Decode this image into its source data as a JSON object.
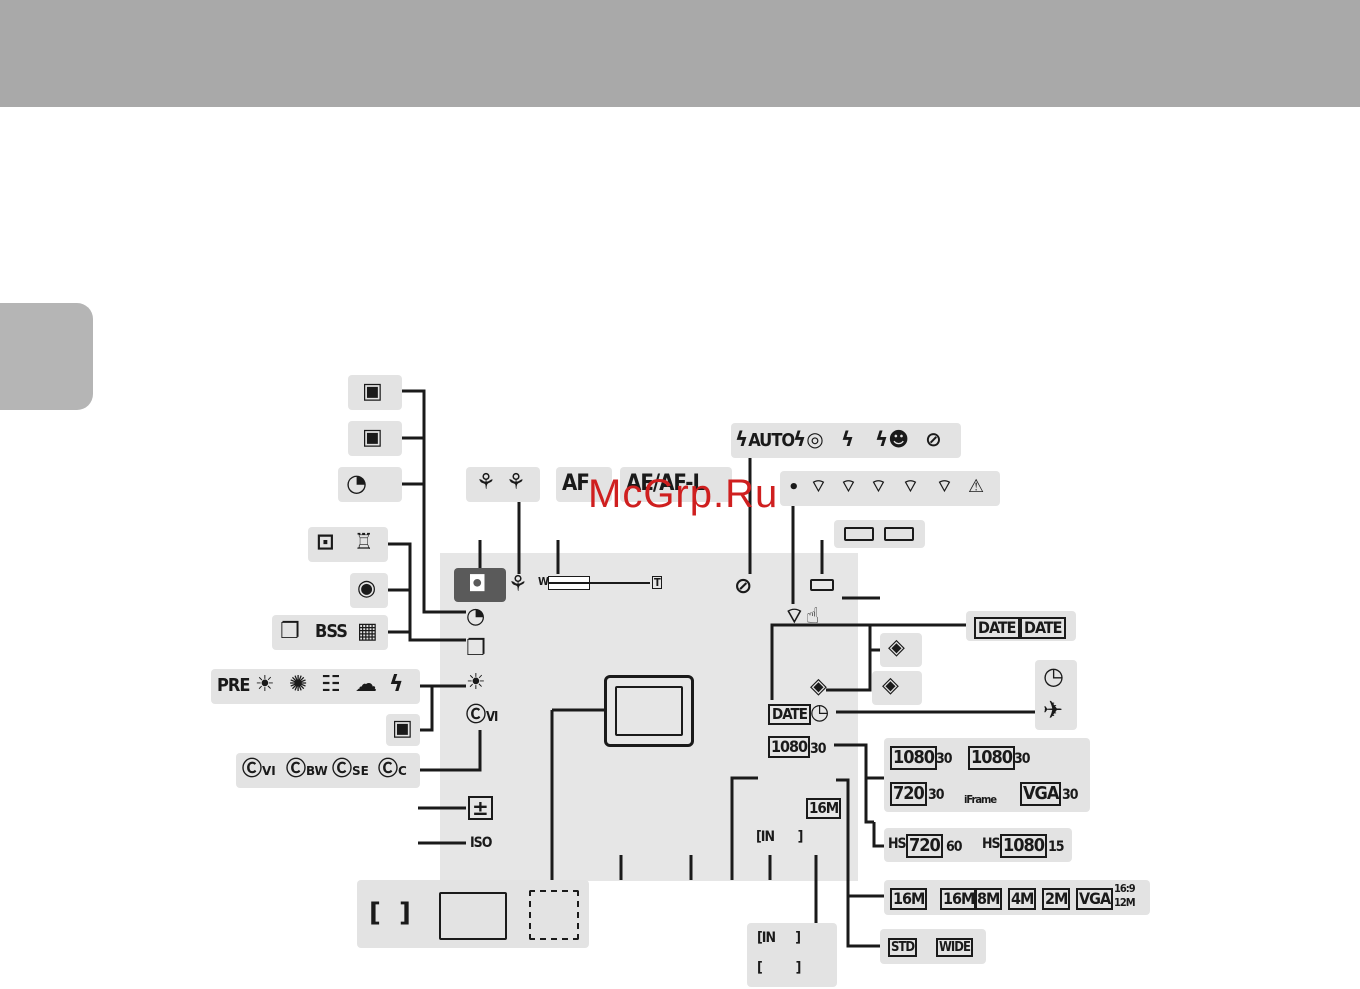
{
  "watermark": "McGrp.Ru",
  "flash_modes": [
    "AUTO"
  ],
  "focus_mode": "AF",
  "ae_af_lock": "AE/AF-L",
  "shooting_modes": [
    "PRE",
    "BSS"
  ],
  "date_imprint": [
    "DATE",
    "DATE"
  ],
  "monitor": {
    "date_label": "DATE",
    "zoom_wide": "W",
    "zoom_tele": "T",
    "image_size": "16M",
    "movie_label": "1080",
    "movie_fps": "30",
    "iso": "ISO",
    "memory": "IN"
  },
  "movie_options": {
    "row1": [
      {
        "size": "1080",
        "fps": "30"
      },
      {
        "size": "1080",
        "fps": "30"
      }
    ],
    "row2": [
      {
        "size": "720",
        "fps": "30"
      },
      {
        "size": "iFrame",
        "fps": ""
      },
      {
        "size": "VGA",
        "fps": "30"
      }
    ],
    "hs": [
      {
        "prefix": "HS",
        "size": "720",
        "fps": "60"
      },
      {
        "prefix": "HS",
        "size": "1080",
        "fps": "15"
      }
    ]
  },
  "image_sizes": [
    "16M",
    "16M",
    "8M",
    "4M",
    "2M",
    "VGA",
    "16:9"
  ],
  "image_sizes_sub": [
    "12M"
  ],
  "panorama": [
    "STD",
    "WIDE"
  ],
  "effects": [
    "VI",
    "BW",
    "SE",
    "C"
  ],
  "effect_current": "VI",
  "memory_labels": [
    "IN"
  ]
}
